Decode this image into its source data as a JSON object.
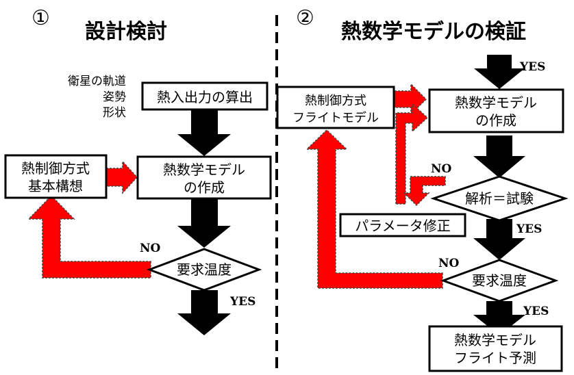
{
  "colors": {
    "arrow_black": "#000000",
    "arrow_red": "#ff0000",
    "box_border": "#000000",
    "background": "#ffffff"
  },
  "left": {
    "number": "①",
    "title": "設計検討",
    "inputs": [
      "衛星の軌道",
      "姿勢",
      "形状"
    ],
    "heat_box": "熱入出力の算出",
    "model_box": [
      "熱数学モデル",
      "の作成"
    ],
    "basic_box": [
      "熱制御方式",
      "基本構想"
    ],
    "decision": "要求温度",
    "no_label": "NO",
    "yes_label": "YES"
  },
  "right": {
    "number": "②",
    "title": "熱数学モデルの検証",
    "yes_top": "YES",
    "flight_box": [
      "熱制御方式",
      "フライトモデル"
    ],
    "model_box": [
      "熱数学モデル",
      "の作成"
    ],
    "analysis": "解析＝試験",
    "no1": "NO",
    "param_box": "パラメータ修正",
    "yes2": "YES",
    "no2": "NO",
    "decision": "要求温度",
    "yes3": "YES",
    "prediction_box": [
      "熱数学モデル",
      "フライト予測"
    ]
  }
}
